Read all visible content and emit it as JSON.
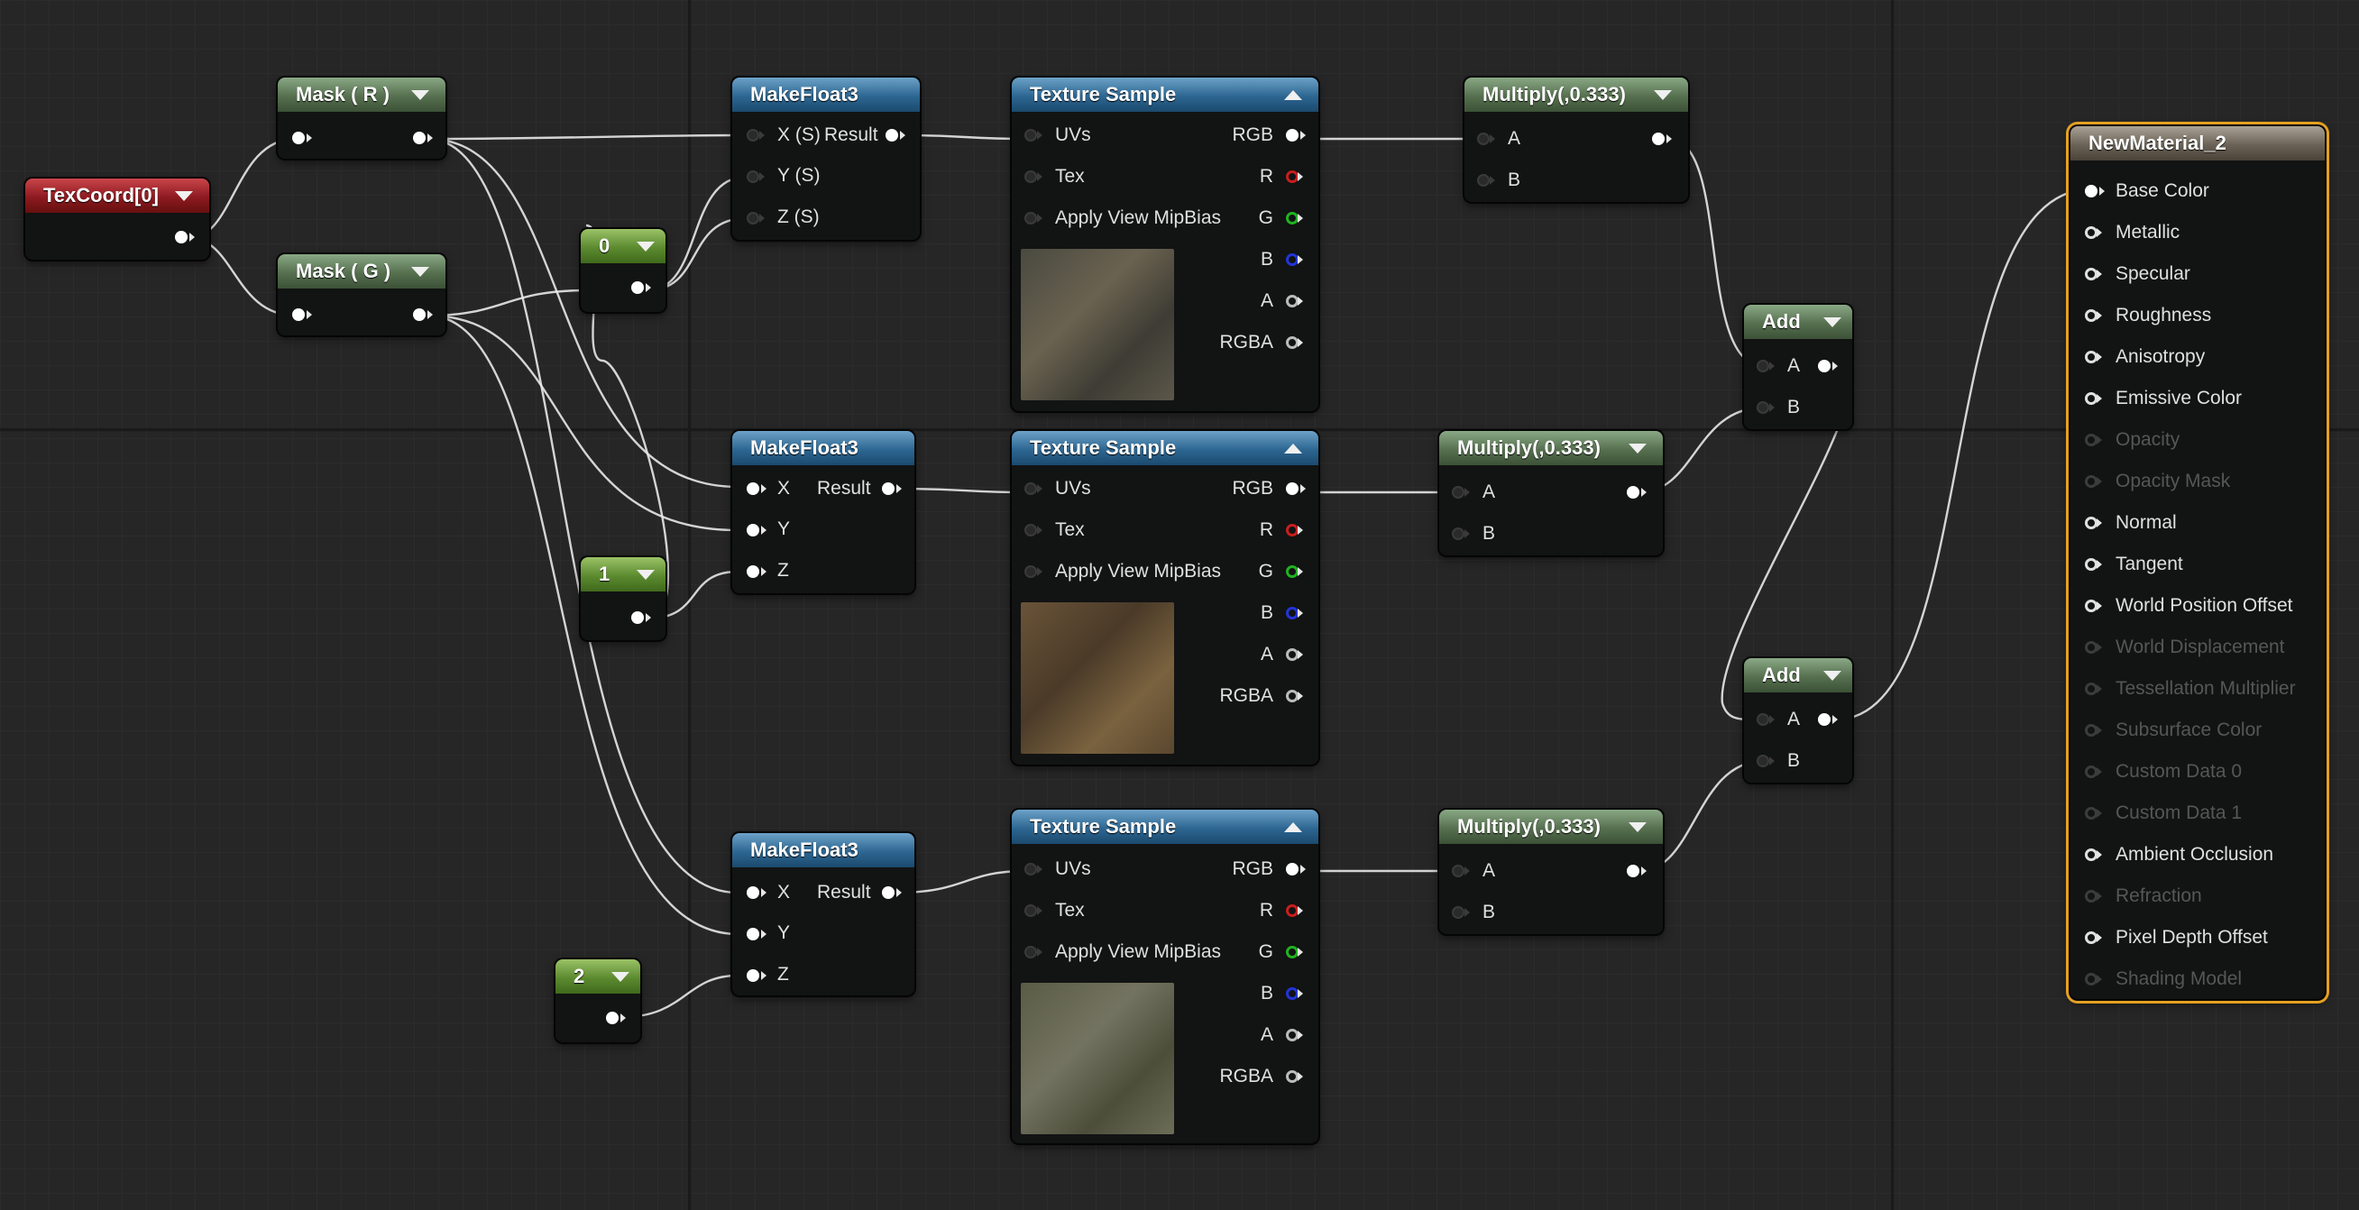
{
  "texcoord": {
    "title": "TexCoord[0]"
  },
  "mask_r": {
    "title": "Mask ( R )"
  },
  "mask_g": {
    "title": "Mask ( G )"
  },
  "const0": {
    "title": "0"
  },
  "const1": {
    "title": "1"
  },
  "const2": {
    "title": "2"
  },
  "makefloat3_top": {
    "title": "MakeFloat3",
    "inputs": [
      "X (S)",
      "Y (S)",
      "Z (S)"
    ],
    "output": "Result"
  },
  "makefloat3_mid": {
    "title": "MakeFloat3",
    "inputs": [
      "X",
      "Y",
      "Z"
    ],
    "output": "Result"
  },
  "makefloat3_bot": {
    "title": "MakeFloat3",
    "inputs": [
      "X",
      "Y",
      "Z"
    ],
    "output": "Result"
  },
  "texture_sample": {
    "title": "Texture Sample",
    "inputs": [
      "UVs",
      "Tex",
      "Apply View MipBias"
    ],
    "outputs": [
      "RGB",
      "R",
      "G",
      "B",
      "A",
      "RGBA"
    ]
  },
  "multiply": {
    "title": "Multiply(,0.333)",
    "inputs": [
      "A",
      "B"
    ]
  },
  "add": {
    "title": "Add",
    "inputs": [
      "A",
      "B"
    ]
  },
  "material": {
    "title": "NewMaterial_2",
    "pins": [
      {
        "label": "Base Color",
        "state": "connected"
      },
      {
        "label": "Metallic",
        "state": "active"
      },
      {
        "label": "Specular",
        "state": "active"
      },
      {
        "label": "Roughness",
        "state": "active"
      },
      {
        "label": "Anisotropy",
        "state": "active"
      },
      {
        "label": "Emissive Color",
        "state": "active"
      },
      {
        "label": "Opacity",
        "state": "disabled"
      },
      {
        "label": "Opacity Mask",
        "state": "disabled"
      },
      {
        "label": "Normal",
        "state": "active"
      },
      {
        "label": "Tangent",
        "state": "active"
      },
      {
        "label": "World Position Offset",
        "state": "active"
      },
      {
        "label": "World Displacement",
        "state": "disabled"
      },
      {
        "label": "Tessellation Multiplier",
        "state": "disabled"
      },
      {
        "label": "Subsurface Color",
        "state": "disabled"
      },
      {
        "label": "Custom Data 0",
        "state": "disabled"
      },
      {
        "label": "Custom Data 1",
        "state": "disabled"
      },
      {
        "label": "Ambient Occlusion",
        "state": "active"
      },
      {
        "label": "Refraction",
        "state": "disabled"
      },
      {
        "label": "Pixel Depth Offset",
        "state": "active"
      },
      {
        "label": "Shading Model",
        "state": "disabled"
      }
    ]
  },
  "colors": {
    "result_border": "#e5a020",
    "texcoord_header": "#8d1a20",
    "texture_header": "#2c6691"
  }
}
